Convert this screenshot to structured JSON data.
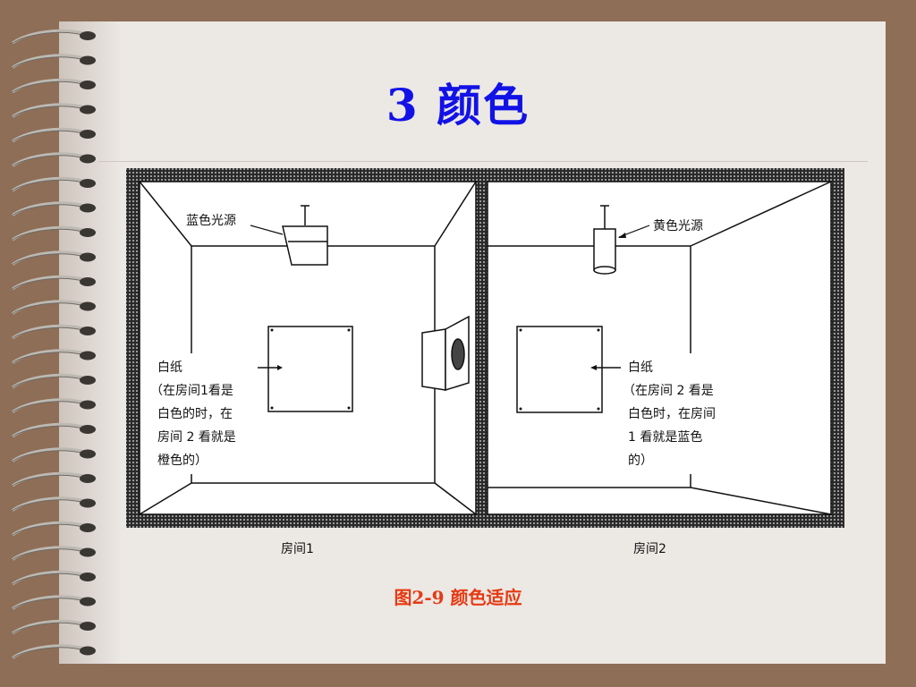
{
  "slide": {
    "title": "3   颜色",
    "caption": "图2-9  颜色适应"
  },
  "room1": {
    "name": "房间1",
    "light_label": "蓝色光源",
    "paper_lines": [
      "白纸",
      "（在房间1看是",
      "白色的时，在",
      "房间 2 看就是",
      "橙色的）"
    ]
  },
  "room2": {
    "name": "房间2",
    "light_label": "黄色光源",
    "paper_lines": [
      "白纸",
      "（在房间 2 看是",
      "白色时，在房间",
      "1  看就是蓝色",
      "的）"
    ]
  },
  "colors": {
    "title": "#1212e6",
    "caption": "#e63a12",
    "background": "#8e6e57",
    "paper": "#ece8e4"
  }
}
